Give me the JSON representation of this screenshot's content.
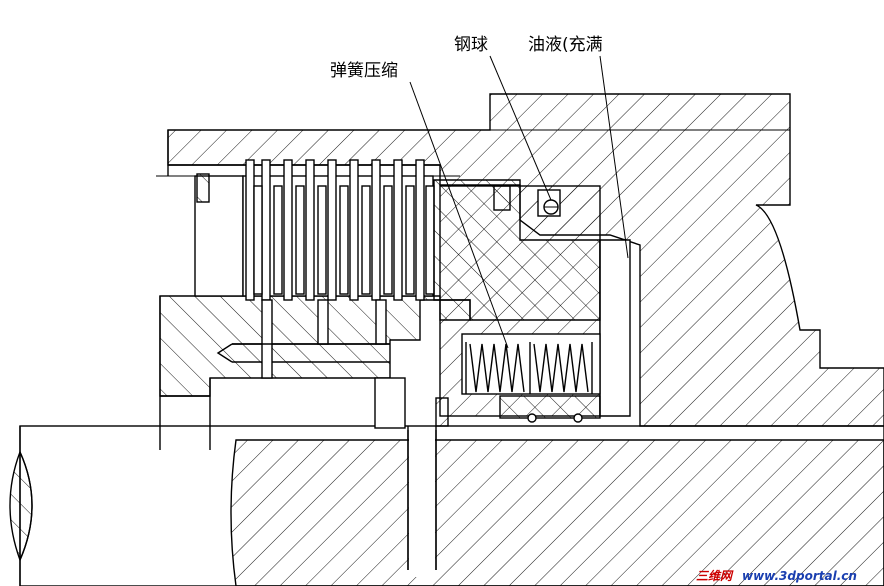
{
  "labels": {
    "spring": "弹簧压缩",
    "ball": "钢球",
    "oil": "油液(充满"
  },
  "watermark": {
    "site_cn": "三维网",
    "site_url": "www.3dportal.cn"
  },
  "colors": {
    "line": "#000000",
    "background": "#ffffff",
    "watermark_red": "#cc0000",
    "watermark_blue": "#1a3fb0"
  }
}
